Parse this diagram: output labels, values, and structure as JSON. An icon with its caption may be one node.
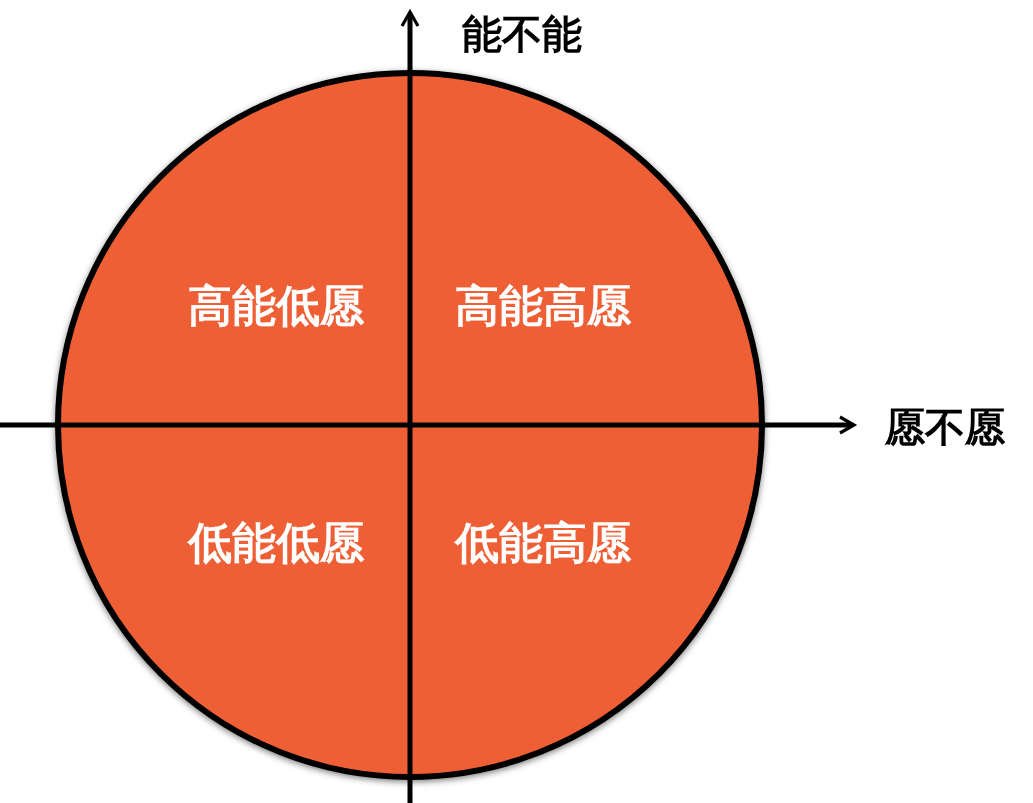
{
  "diagram": {
    "labels": [
      "能不能",
      "高能低愿",
      "高能高愿",
      "愿不愿",
      "低能低愿",
      "低能高愿"
    ]
  }
}
